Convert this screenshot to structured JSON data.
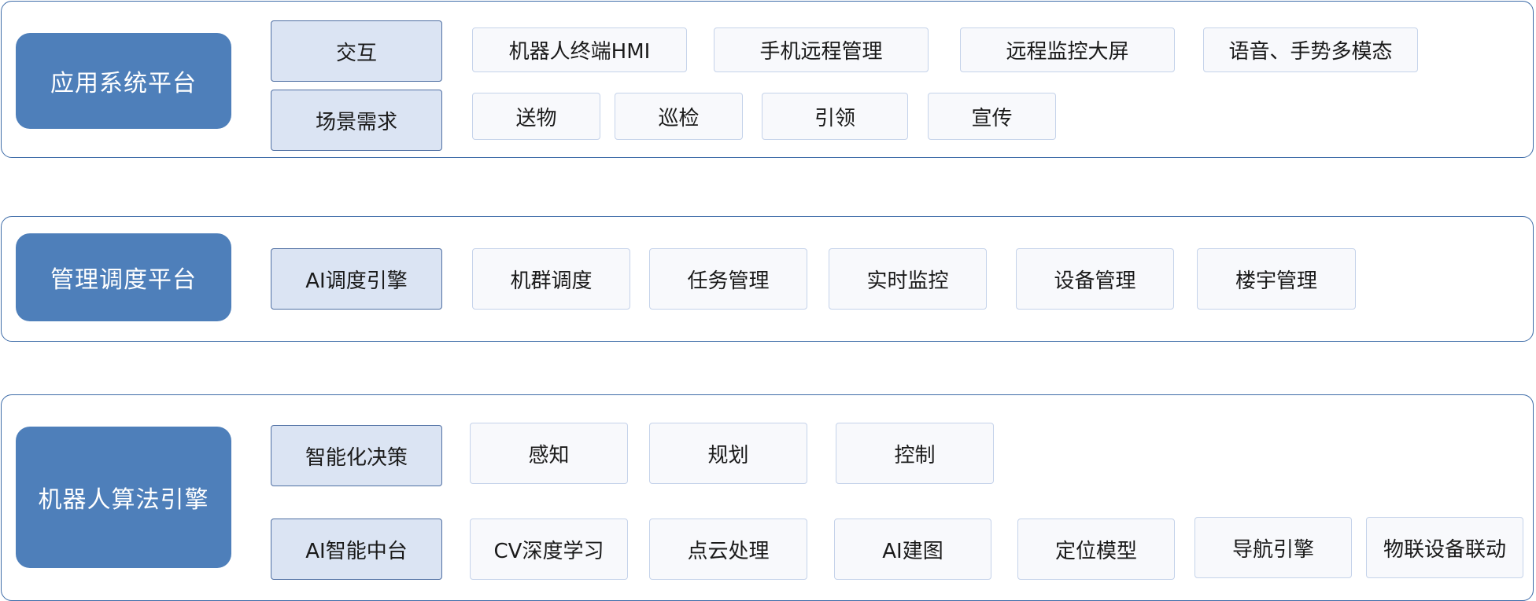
{
  "layers": [
    {
      "title": "应用系统平台",
      "rows": [
        {
          "category": "交互",
          "items": [
            "机器人终端HMI",
            "手机远程管理",
            "远程监控大屏",
            "语音、手势多模态"
          ]
        },
        {
          "category": "场景需求",
          "items": [
            "送物",
            "巡检",
            "引领",
            "宣传"
          ]
        }
      ]
    },
    {
      "title": "管理调度平台",
      "rows": [
        {
          "category": "AI调度引擎",
          "items": [
            "机群调度",
            "任务管理",
            "实时监控",
            "设备管理",
            "楼宇管理"
          ]
        }
      ]
    },
    {
      "title": "机器人算法引擎",
      "rows": [
        {
          "category": "智能化决策",
          "items": [
            "感知",
            "规划",
            "控制"
          ]
        },
        {
          "category": "AI智能中台",
          "items": [
            "CV深度学习",
            "点云处理",
            "AI建图",
            "定位模型",
            "导航引擎",
            "物联设备联动"
          ]
        }
      ]
    }
  ]
}
